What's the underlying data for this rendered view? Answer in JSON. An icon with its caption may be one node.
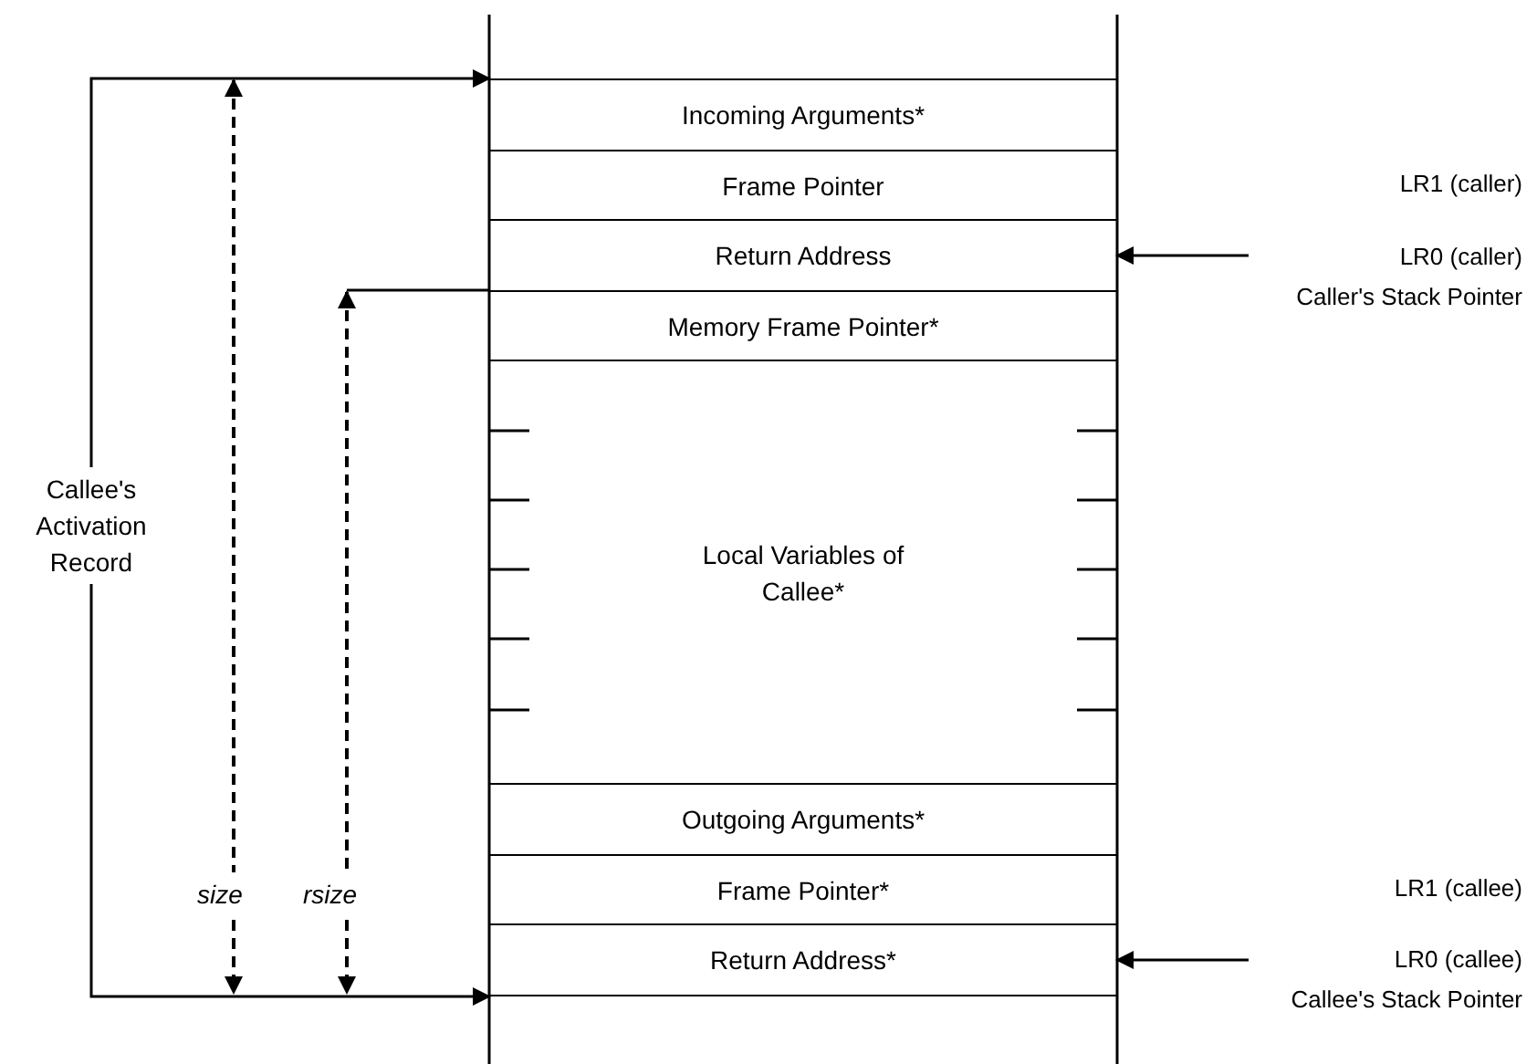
{
  "diagram": {
    "nodes": [
      {
        "text": [
          "Incoming Arguments*"
        ]
      },
      {
        "text": [
          "Frame Pointer"
        ]
      },
      {
        "text": [
          "Return Address"
        ]
      },
      {
        "text": [
          "Memory Frame Pointer*"
        ]
      },
      {
        "text": [
          "Local Variables of Callee*"
        ]
      },
      {
        "text": [
          "Outgoing Arguments*"
        ]
      },
      {
        "text": [
          "Frame Pointer*"
        ]
      },
      {
        "text": [
          "Return Address*"
        ]
      },
      {
        "text": [
          "Callee's Activation Record"
        ]
      },
      {
        "text": [
          "LR0 (caller)",
          "Caller's Stack Pointer"
        ]
      },
      {
        "text": [
          "LR0 (callee)",
          "Callee's Stack Pointer"
        ]
      }
    ],
    "edges": [
      {
        "from": 8,
        "to": 0,
        "arrow": "to"
      },
      {
        "from": 8,
        "to": 7,
        "arrow": "to"
      },
      {
        "from": 9,
        "to": 2,
        "arrow": "to"
      },
      {
        "from": 10,
        "to": 7,
        "arrow": "to"
      }
    ],
    "labels": [
      "LR1 (caller)",
      "size",
      "rsize",
      "LR1 (callee)"
    ]
  }
}
